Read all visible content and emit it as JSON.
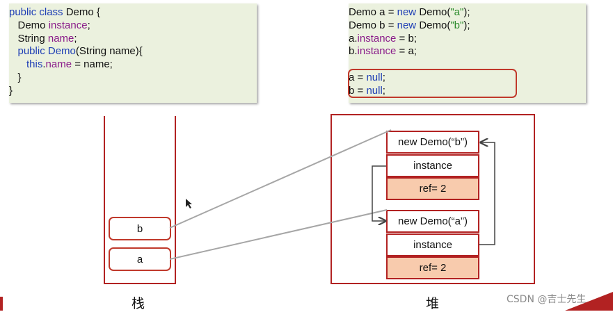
{
  "class_code": [
    [
      {
        "t": "public class ",
        "c": "kw"
      },
      {
        "t": "Demo {",
        "c": "plain"
      }
    ],
    [
      {
        "t": "   Demo ",
        "c": "plain"
      },
      {
        "t": "instance",
        "c": "fld"
      },
      {
        "t": ";",
        "c": "plain"
      }
    ],
    [
      {
        "t": "   String ",
        "c": "plain"
      },
      {
        "t": "name",
        "c": "fld"
      },
      {
        "t": ";",
        "c": "plain"
      }
    ],
    [
      {
        "t": "   public ",
        "c": "kw"
      },
      {
        "t": "Demo",
        "c": "kw"
      },
      {
        "t": "(String name){",
        "c": "plain"
      }
    ],
    [
      {
        "t": "      this",
        "c": "kw"
      },
      {
        "t": ".",
        "c": "plain"
      },
      {
        "t": "name",
        "c": "fld"
      },
      {
        "t": " = name;",
        "c": "plain"
      }
    ],
    [
      {
        "t": "   }",
        "c": "plain"
      }
    ],
    [
      {
        "t": "}",
        "c": "plain"
      }
    ]
  ],
  "usage_code": [
    [
      {
        "t": "Demo a = ",
        "c": "plain"
      },
      {
        "t": "new ",
        "c": "kw"
      },
      {
        "t": "Demo(",
        "c": "plain"
      },
      {
        "t": "\"a\"",
        "c": "str"
      },
      {
        "t": ");",
        "c": "plain"
      }
    ],
    [
      {
        "t": "Demo b = ",
        "c": "plain"
      },
      {
        "t": "new ",
        "c": "kw"
      },
      {
        "t": "Demo(",
        "c": "plain"
      },
      {
        "t": "\"b\"",
        "c": "str"
      },
      {
        "t": ");",
        "c": "plain"
      }
    ],
    [
      {
        "t": "a.",
        "c": "plain"
      },
      {
        "t": "instance",
        "c": "fld"
      },
      {
        "t": " = b;",
        "c": "plain"
      }
    ],
    [
      {
        "t": "b.",
        "c": "plain"
      },
      {
        "t": "instance",
        "c": "fld"
      },
      {
        "t": " = a;",
        "c": "plain"
      }
    ],
    [
      {
        "t": "",
        "c": "plain"
      }
    ],
    [
      {
        "t": "a = ",
        "c": "plain"
      },
      {
        "t": "null",
        "c": "kw"
      },
      {
        "t": ";",
        "c": "plain"
      }
    ],
    [
      {
        "t": "b = ",
        "c": "plain"
      },
      {
        "t": "null",
        "c": "kw"
      },
      {
        "t": ";",
        "c": "plain"
      }
    ]
  ],
  "stack": {
    "label": "栈",
    "slots": {
      "b": "b",
      "a": "a"
    }
  },
  "heap": {
    "label": "堆",
    "object_b": {
      "title": "new Demo(“b”)",
      "field": "instance",
      "ref": "ref= 2"
    },
    "object_a": {
      "title": "new Demo(“a”)",
      "field": "instance",
      "ref": "ref= 2"
    }
  },
  "watermark": "CSDN @吉士先生",
  "colors": {
    "frame": "#b22222",
    "code_bg": "#ebf1de",
    "ref_fill": "#f8cbad",
    "keyword": "#1f3fb5",
    "field": "#8a1c8a",
    "string": "#2a8a2a"
  }
}
